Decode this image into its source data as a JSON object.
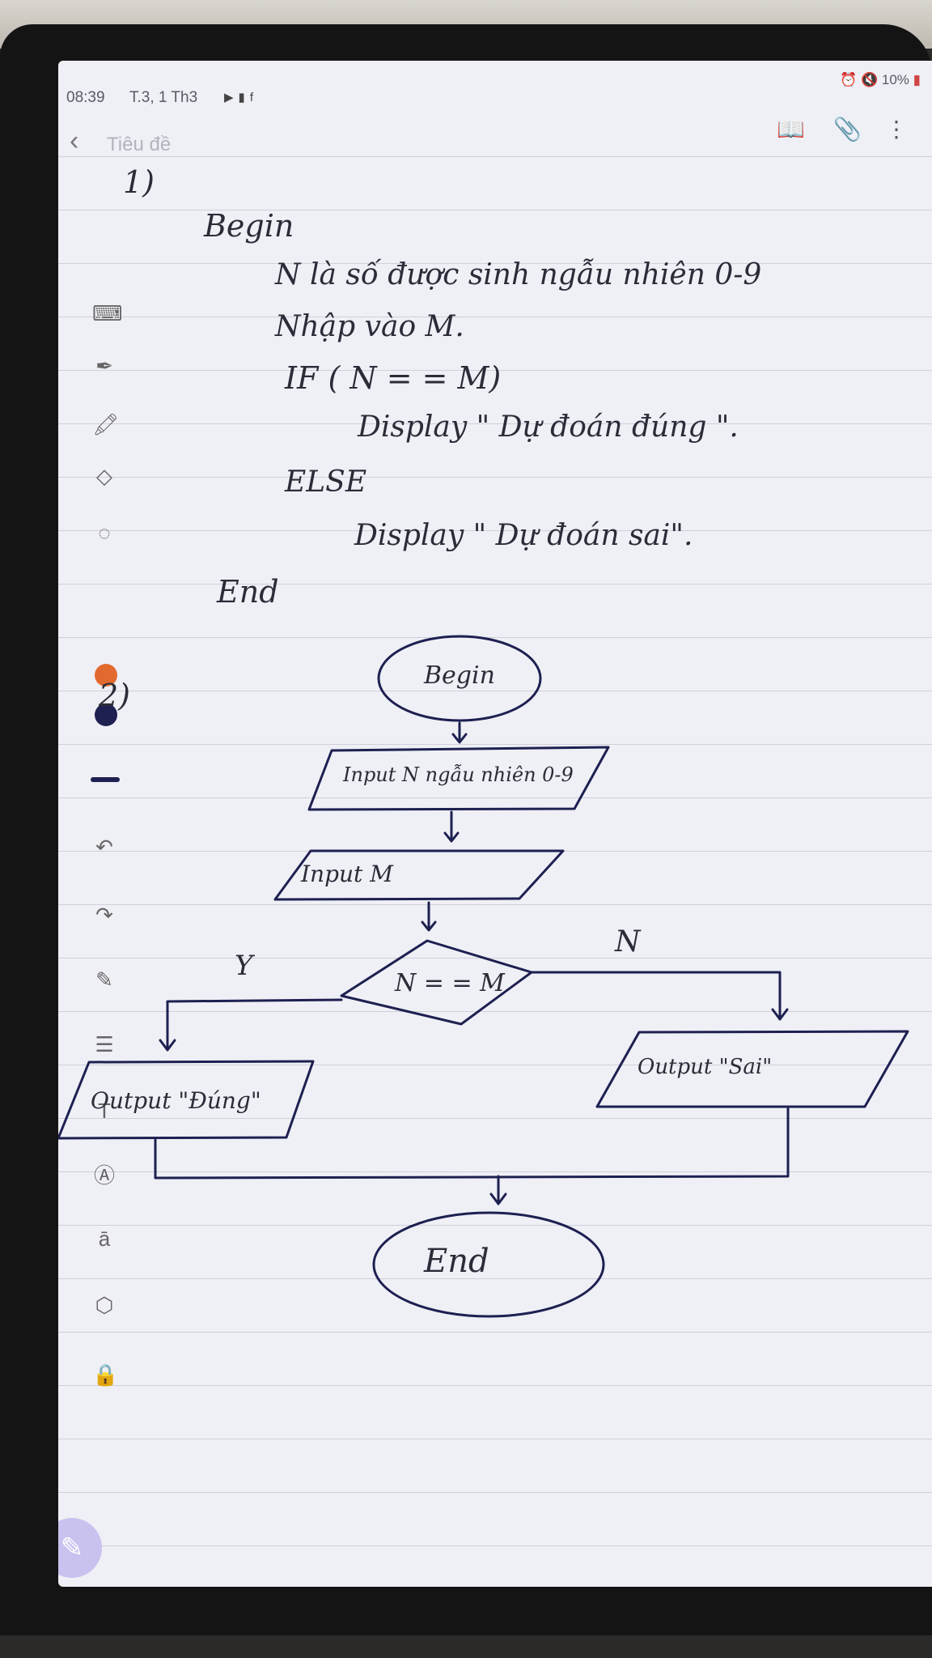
{
  "status_bar": {
    "time": "08:39",
    "date": "T.3, 1 Th3",
    "app_icons": [
      "video-icon",
      "lock-icon",
      "facebook-icon"
    ],
    "battery": "10%"
  },
  "title_bar": {
    "title": "Tiêu đề",
    "icons": [
      "back-icon",
      "book-icon",
      "attach-icon",
      "more-icon"
    ]
  },
  "toolbar": {
    "tools": [
      "keyboard-icon",
      "pen-icon",
      "highlighter-icon",
      "eraser-icon",
      "lasso-icon",
      "undo-icon",
      "redo-icon",
      "pen-settings-icon",
      "text-align-icon",
      "text-style-icon",
      "font-icon",
      "text-size-icon",
      "shape-icon",
      "lock-icon",
      "edit-fab-icon"
    ],
    "colors": [
      "#e36a2e",
      "#1d2050"
    ],
    "stroke_color": "#1d2050"
  },
  "note": {
    "part1": {
      "number": "1)",
      "lines": [
        "Begin",
        "N là số được sinh ngẫu nhiên 0-9",
        "Nhập vào M.",
        "IF ( N = = M)",
        "Display \" Dự đoán đúng \".",
        "ELSE",
        "Display \" Dự đoán sai\".",
        "End"
      ]
    },
    "part2": {
      "number": "2)",
      "begin": "Begin",
      "input_n": "Input N ngẫu nhiên 0-9",
      "input_m": "Input M",
      "condition": "N = = M",
      "yes": "Y",
      "no": "N",
      "output_yes": "Output \"Đúng\"",
      "output_no": "Output \"Sai\"",
      "end": "End"
    }
  }
}
